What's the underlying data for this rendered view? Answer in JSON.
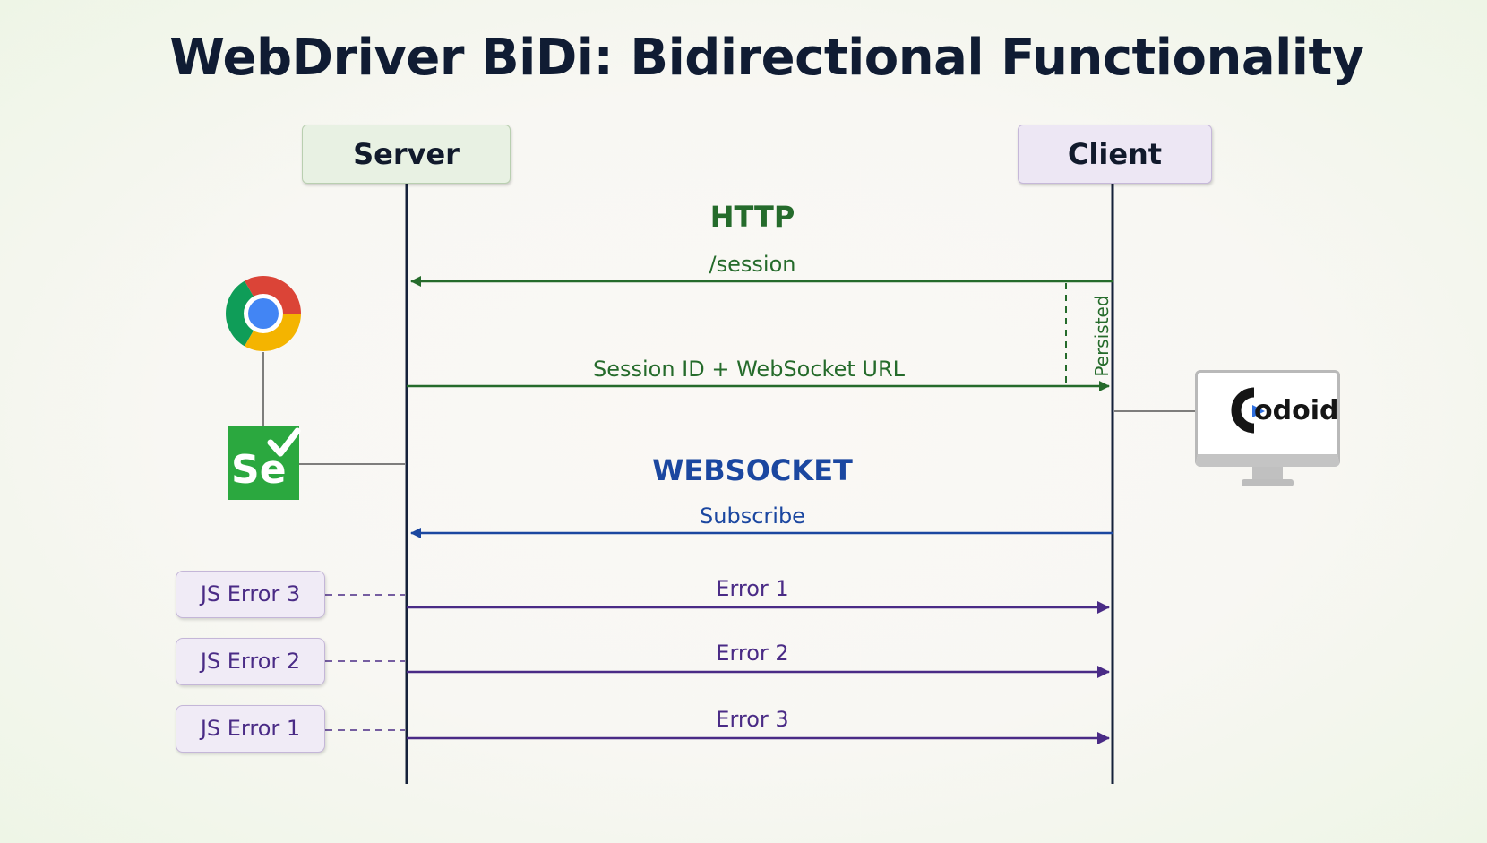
{
  "title": "WebDriver BiDi: Bidirectional Functionality",
  "actors": {
    "server": "Server",
    "client": "Client"
  },
  "sections": {
    "http": "HTTP",
    "websocket": "WEBSOCKET"
  },
  "messages": {
    "session": "/session",
    "session_id": "Session ID + WebSocket URL",
    "persisted": "Persisted",
    "subscribe": "Subscribe",
    "error1": "Error 1",
    "error2": "Error 2",
    "error3": "Error 3"
  },
  "js_errors": [
    "JS Error 3",
    "JS Error 2",
    "JS Error 1"
  ],
  "logos": {
    "codoid": "odoid",
    "selenium": "Se"
  },
  "colors": {
    "http": "#256b2b",
    "websocket": "#1b47a0",
    "error": "#4a2b86",
    "lifeline": "#15213a"
  },
  "icons": [
    "chrome-icon",
    "selenium-icon",
    "codoid-monitor-icon"
  ]
}
